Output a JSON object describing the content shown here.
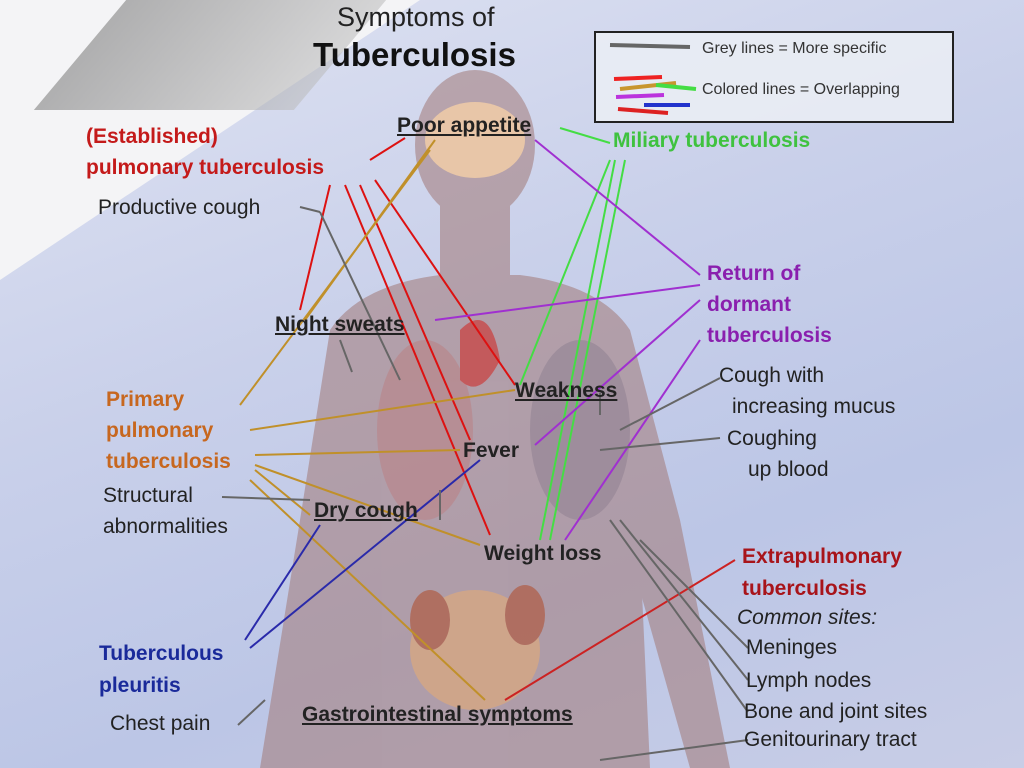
{
  "title": {
    "line1": "Symptoms of",
    "line2": "Tuberculosis"
  },
  "legend": {
    "grey": "Grey lines = More specific",
    "colored": "Colored lines = Overlapping"
  },
  "colors": {
    "established": "#c41a1a",
    "primary": "#c7671f",
    "miliary": "#3fc23f",
    "dormant": "#8a1fae",
    "pleuritis": "#1a2a9a",
    "extrapulmonary": "#a8141a",
    "grey": "#666666"
  },
  "categories": {
    "established": [
      "(Established)",
      "pulmonary tuberculosis"
    ],
    "miliary": "Miliary tuberculosis",
    "dormant": [
      "Return of",
      "dormant",
      "tuberculosis"
    ],
    "primary": [
      "Primary",
      "pulmonary",
      "tuberculosis"
    ],
    "pleuritis": [
      "Tuberculous",
      "pleuritis"
    ],
    "extrapulmonary": [
      "Extrapulmonary",
      "tuberculosis"
    ],
    "common_sites": "Common sites:"
  },
  "symptoms": {
    "poor_appetite": "Poor appetite",
    "productive_cough": "Productive cough",
    "night_sweats": "Night sweats",
    "weakness": "Weakness",
    "fever": "Fever",
    "dry_cough": "Dry cough",
    "weight_loss": "Weight loss",
    "structural": [
      "Structural",
      "abnormalities"
    ],
    "chest_pain": "Chest pain",
    "gi": "Gastrointestinal symptoms",
    "cough_mucus": [
      "Cough with",
      "increasing mucus"
    ],
    "coughing_blood": [
      "Coughing",
      "up blood"
    ]
  },
  "sites": [
    "Meninges",
    "Lymph nodes",
    "Bone and joint sites",
    "Genitourinary tract"
  ]
}
